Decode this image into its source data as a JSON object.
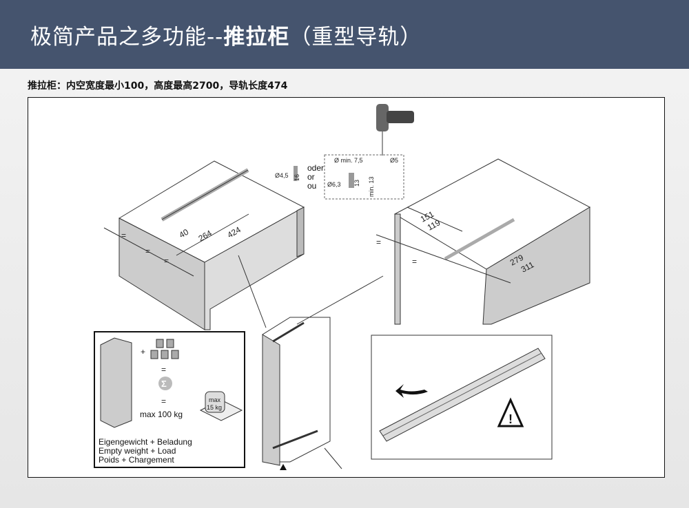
{
  "header": {
    "title_regular": "极简产品之多功能--",
    "title_bold": "推拉柜",
    "title_suffix": "（重型导轨）"
  },
  "subtitle": "推拉柜：内空宽度最小100，高度最高2700，导轨长度474",
  "diagram": {
    "left_cabinet_dims": [
      "40",
      "264",
      "424"
    ],
    "right_cabinet_dims": [
      "151",
      "119",
      "279",
      "311"
    ],
    "equal_sign": "=",
    "screw_detail": {
      "d1": "Ø4,5",
      "len1": "16",
      "oder": "oder",
      "or": "or",
      "ou": "ou",
      "min_d": "Ø min. 7,5",
      "d2": "Ø6,3",
      "len2": "13",
      "min_len": "min. 13",
      "d3": "Ø5"
    },
    "load_box": {
      "plus": "+",
      "eq": "=",
      "sigma": "Σ",
      "max_total": "max 100 kg",
      "weight_max": "max",
      "weight_val": "15 kg",
      "line1": "Eigengewicht + Beladung",
      "line2": "Empty weight + Load",
      "line3": "Poids + Chargement"
    },
    "warning_icon": "warning-icon"
  }
}
